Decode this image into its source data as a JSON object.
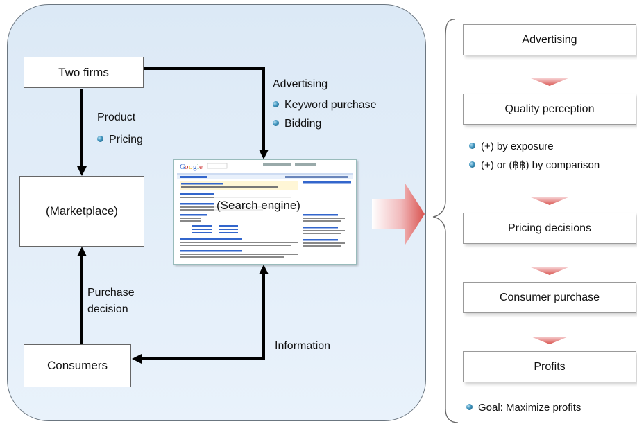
{
  "left_diagram": {
    "two_firms": "Two firms",
    "marketplace": "(Marketplace)",
    "consumers": "Consumers",
    "search_engine": "(Search engine)",
    "product_label": "Product",
    "pricing_bullet": "Pricing",
    "advertising_label": "Advertising",
    "keyword_bullet": "Keyword purchase",
    "bidding_bullet": "Bidding",
    "purchase_decision_line1": "Purchase",
    "purchase_decision_line2": "decision",
    "information_label": "Information"
  },
  "right_flow": {
    "steps": [
      "Advertising",
      "Quality perception",
      "Pricing decisions",
      "Consumer purchase",
      "Profits"
    ],
    "quality_notes": [
      "(+) by exposure",
      "(+) or (฿฿) by comparison"
    ],
    "goal": "Goal: Maximize profits"
  },
  "colors": {
    "panel_bg": "#dce9f6",
    "arrow_red": "#d9534f",
    "bullet_blue": "#3e93bd"
  }
}
